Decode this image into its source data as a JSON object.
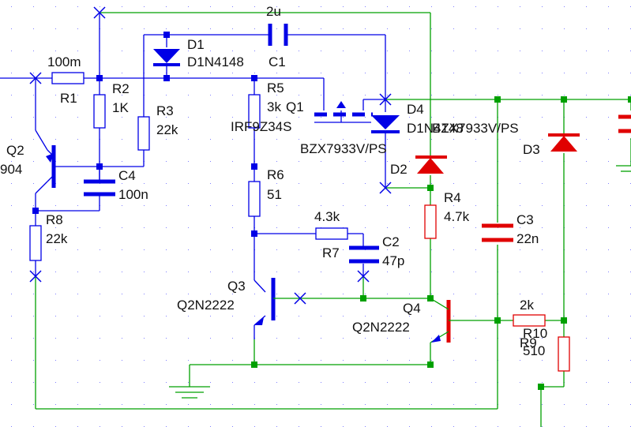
{
  "colors": {
    "wire_active": "#0000e6",
    "wire_inactive": "#00a000",
    "component_blue": "#0000e6",
    "component_red": "#e00000",
    "node_green": "#00a000",
    "grid_dot": "#7f7fff",
    "text": "#111111"
  },
  "labels": {
    "c1_value": "2u",
    "c1_name": "C1",
    "d1_name": "D1",
    "d1_part": "D1N4148",
    "r1_value": "100m",
    "r1_name": "R1",
    "r2_name": "R2",
    "r2_value": "1K",
    "r3_name": "R3",
    "r3_value": "22k",
    "r5_name": "R5",
    "r5_value": "3k",
    "q1_name": "Q1",
    "q1_part": "IRF9Z34S",
    "d4_name": "D4",
    "d4_part": "D1N4148",
    "d4_zener_part": "BZX7933V/PS",
    "d3_name": "D3",
    "d2_part": "BZX7933V/PS",
    "d2_name": "D2",
    "q2_name": "Q2",
    "q2_part": "904",
    "c4_name": "C4",
    "c4_value": "100n",
    "r6_name": "R6",
    "r6_value": "51",
    "r4_name": "R4",
    "r4_value": "4.7k",
    "c3_name": "C3",
    "c3_value": "22n",
    "r7_value": "4.3k",
    "r7_name": "R7",
    "c2_name": "C2",
    "c2_value": "47p",
    "r8_name": "R8",
    "r8_value": "22k",
    "q3_name": "Q3",
    "q3_part": "Q2N2222",
    "q4_name": "Q4",
    "q4_part": "Q2N2222",
    "r10_value": "2k",
    "r10_name": "R10",
    "r9_name": "R9",
    "r9_value": "510"
  }
}
